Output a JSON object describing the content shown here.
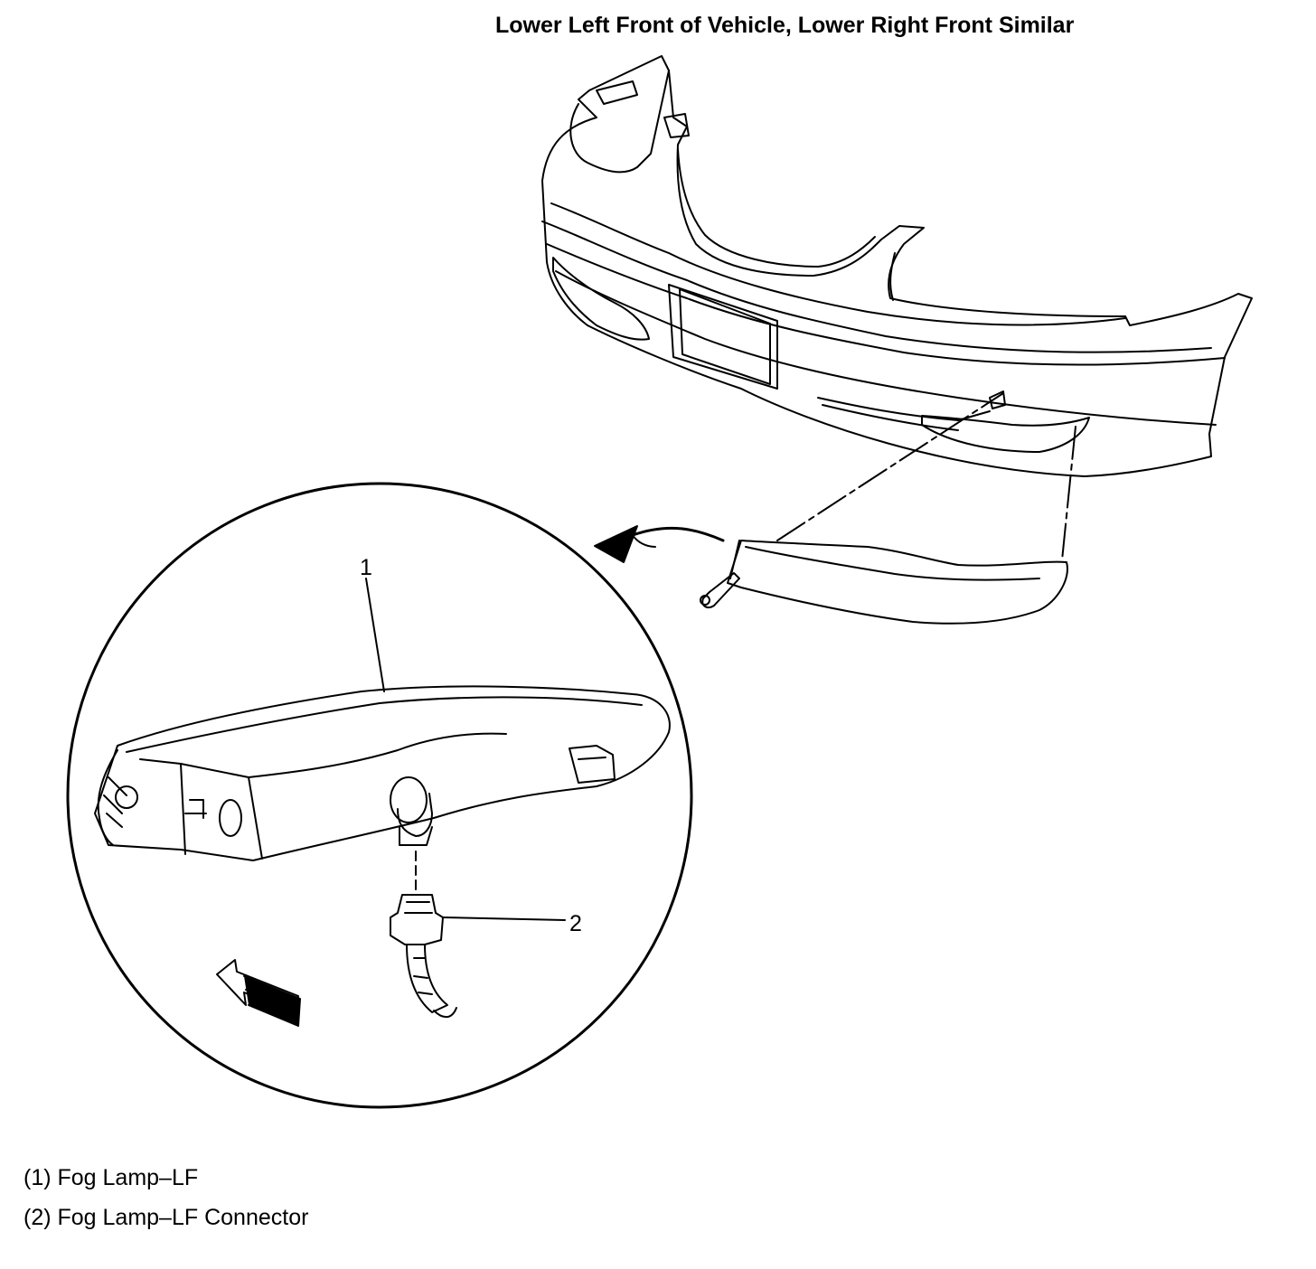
{
  "title": "Lower Left Front of Vehicle, Lower Right Front Similar",
  "callouts": [
    "1",
    "2"
  ],
  "legend": [
    {
      "text": "(1) Fog Lamp–LF"
    },
    {
      "text": "(2) Fog Lamp–LF Connector"
    }
  ],
  "colors": {
    "line": "#000000",
    "background": "#ffffff"
  }
}
